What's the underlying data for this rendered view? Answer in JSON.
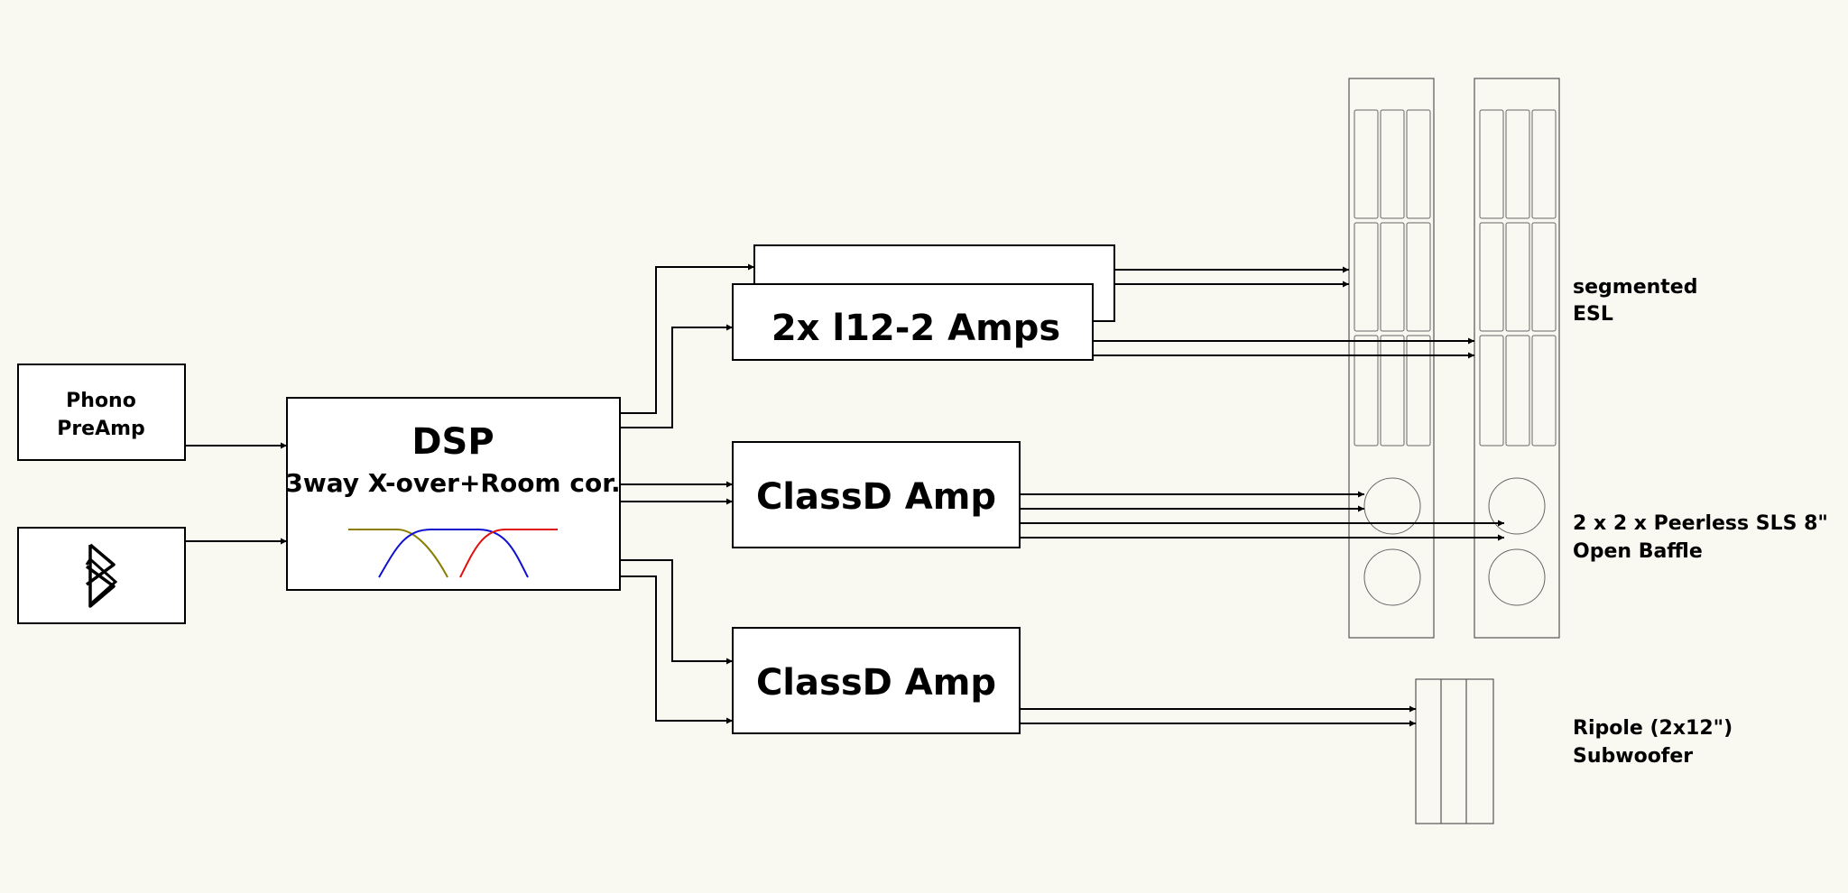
{
  "blocks": {
    "phono": {
      "line1": "Phono",
      "line2": "PreAmp"
    },
    "bluetooth": {
      "icon": "bluetooth-icon"
    },
    "dsp": {
      "title": "DSP",
      "subtitle": "3way X-over+Room cor."
    },
    "amp_esl": {
      "label": "2x l12-2 Amps"
    },
    "amp_mid": {
      "label": "ClassD Amp"
    },
    "amp_sub": {
      "label": "ClassD Amp"
    }
  },
  "speakers": {
    "esl": {
      "line1": "segmented",
      "line2": "ESL"
    },
    "woofers": {
      "line1": "2 x 2 x Peerless SLS 8\"",
      "line2": "Open Baffle"
    },
    "sub": {
      "line1": "Ripole (2x12\")",
      "line2": "Subwoofer"
    }
  },
  "crossover_colors": {
    "low": "#8a7d00",
    "mid": "#1010d0",
    "high": "#e01010"
  }
}
